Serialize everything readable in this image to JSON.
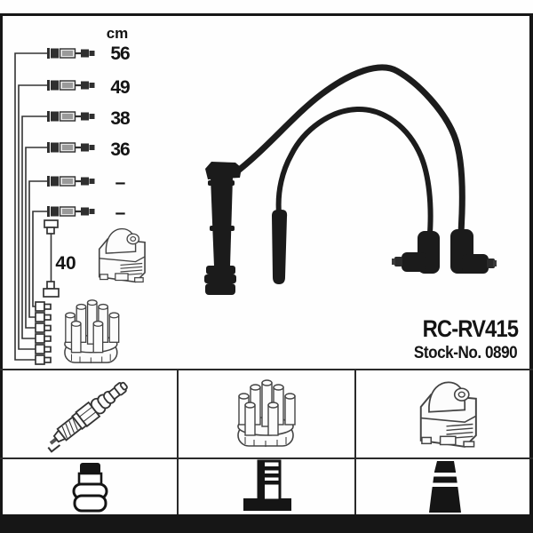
{
  "colors": {
    "ink": "#141414",
    "line_art": "#3d3d3d",
    "photo_black": "#1b1b1b",
    "paper": "#ffffff"
  },
  "length_panel": {
    "unit_label": "cm",
    "rows": [
      {
        "value": "56"
      },
      {
        "value": "49"
      },
      {
        "value": "38"
      },
      {
        "value": "36"
      },
      {
        "value": "–"
      },
      {
        "value": "–"
      }
    ],
    "coil_wire_value": "40"
  },
  "product": {
    "code": "RC-RV415",
    "stock_no": "Stock-No. 0890"
  },
  "legend": {
    "row1": [
      "spark-plug",
      "distributor-cap",
      "ignition-coil"
    ],
    "row2": [
      "plug-terminal",
      "distributor-connector",
      "coil-boot"
    ]
  }
}
